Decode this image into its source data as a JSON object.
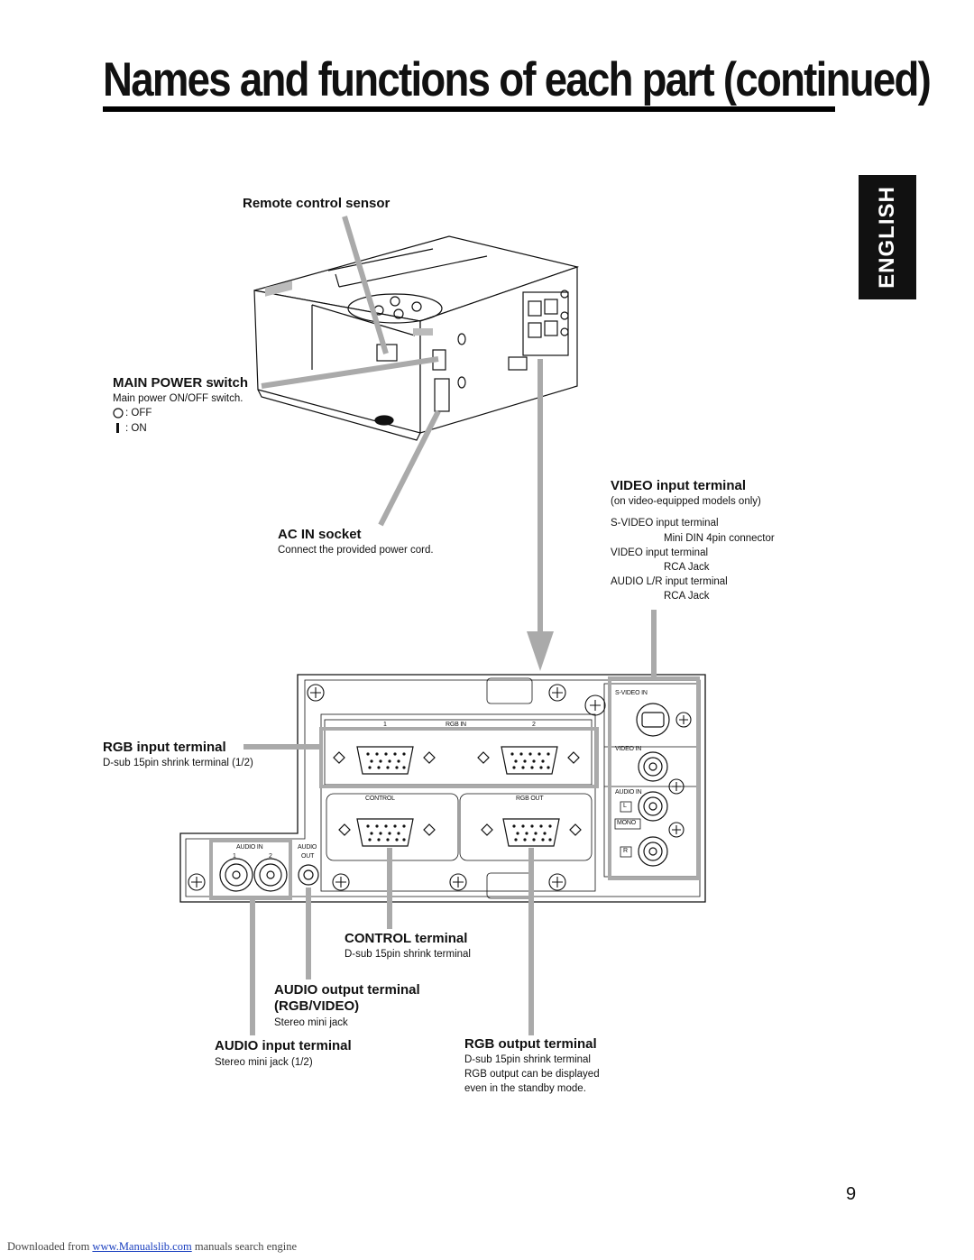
{
  "page": {
    "title": "Names and functions of each part (continued)",
    "language_tab": "ENGLISH",
    "page_number": "9"
  },
  "callouts": {
    "remote_sensor": {
      "title": "Remote control sensor"
    },
    "main_power": {
      "title": "MAIN POWER switch",
      "desc": "Main power ON/OFF switch.",
      "off": ": OFF",
      "on": ": ON"
    },
    "ac_in": {
      "title": "AC IN socket",
      "desc": "Connect the provided power cord."
    },
    "video_input": {
      "title": "VIDEO input terminal",
      "note": "(on video-equipped models only)",
      "lines": [
        "S-VIDEO input terminal",
        "Mini DIN 4pin connector",
        "VIDEO input terminal",
        "RCA Jack",
        "AUDIO L/R input terminal",
        "RCA Jack"
      ]
    },
    "rgb_input": {
      "title": "RGB input terminal",
      "desc": "D-sub 15pin shrink terminal (1/2)"
    },
    "control": {
      "title": "CONTROL terminal",
      "desc": "D-sub 15pin shrink terminal"
    },
    "audio_output": {
      "title": "AUDIO output terminal",
      "title2": "(RGB/VIDEO)",
      "desc": "Stereo mini jack"
    },
    "audio_input": {
      "title": "AUDIO input terminal",
      "desc": "Stereo mini jack (1/2)"
    },
    "rgb_output": {
      "title": "RGB output terminal",
      "lines": [
        "D-sub 15pin shrink terminal",
        "RGB output can be displayed",
        "even in the standby mode."
      ]
    }
  },
  "panel_labels": {
    "rgb_in_1": "1",
    "rgb_in": "RGB IN",
    "rgb_in_2": "2",
    "control": "CONTROL",
    "rgb_out": "RGB OUT",
    "audio_in": "AUDIO IN",
    "audio_in_1": "1",
    "audio_in_2": "2",
    "audio": "AUDIO",
    "out": "OUT",
    "s_video_in": "S-VIDEO IN",
    "video_in": "VIDEO IN",
    "audio_in_side": "AUDIO IN",
    "l": "L",
    "mono": "MONO",
    "r": "R"
  },
  "footer": {
    "prefix": "Downloaded from",
    "link": "www.Manualslib.com",
    "suffix": "manuals search engine"
  }
}
